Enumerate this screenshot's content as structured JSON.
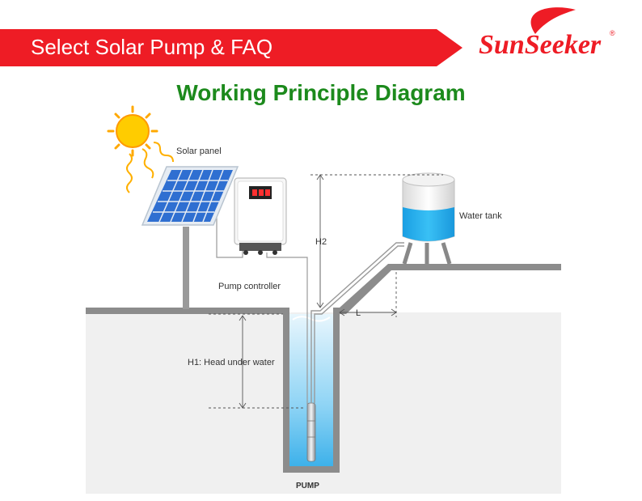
{
  "header": {
    "banner_title": "Select Solar Pump & FAQ",
    "logo_text": "SunSeeker",
    "logo_mark": "®"
  },
  "diagram": {
    "title": "Working Principle Diagram",
    "labels": {
      "solar_panel": "Solar panel",
      "pump_controller": "Pump controller",
      "water_tank": "Water tank",
      "h2": "H2",
      "l": "L",
      "h1": "H1: Head under water",
      "pump": "PUMP"
    }
  },
  "colors": {
    "banner_red": "#ee1c25",
    "title_green": "#1c8a1c",
    "ground_gray": "#8c8c8c",
    "water_blue": "#1aa3e8",
    "panel_blue": "#2f6fd1",
    "sun_yellow": "#ffcc00"
  },
  "icons": [
    "sun-icon",
    "solar-panel-icon",
    "pump-controller-icon",
    "water-tank-icon",
    "pump-icon"
  ]
}
